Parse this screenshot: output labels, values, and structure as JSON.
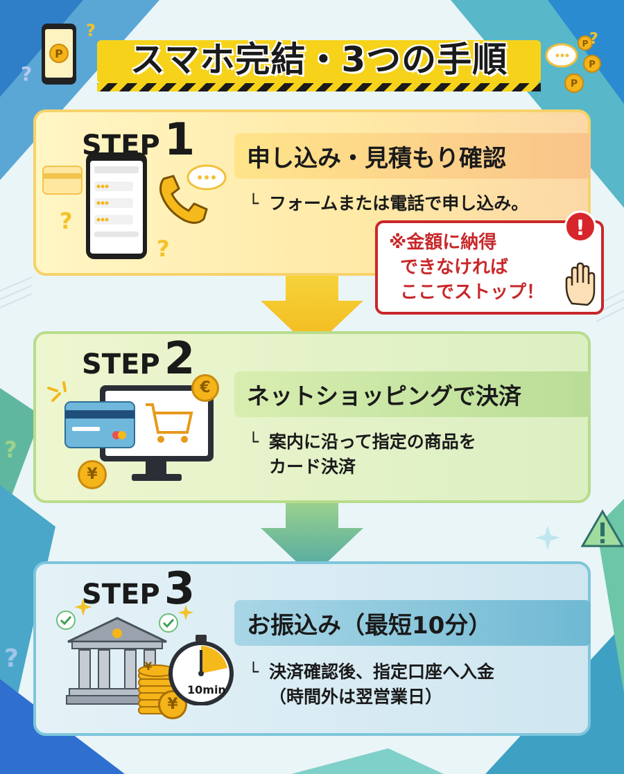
{
  "title": "スマホ完結・3つの手順",
  "steps": [
    {
      "label": "STEP",
      "number": "1",
      "title": "申し込み・見積もり確認",
      "desc_line1": "フォームまたは電話で申し込み。",
      "desc_line2": ""
    },
    {
      "label": "STEP",
      "number": "2",
      "title": "ネットショッピングで決済",
      "desc_line1": "案内に沿って指定の商品を",
      "desc_line2": "カード決済"
    },
    {
      "label": "STEP",
      "number": "3",
      "title": "お振込み（最短10分）",
      "desc_line1": "決済確認後、指定口座へ入金",
      "desc_line2": "（時間外は翌営業日）"
    }
  ],
  "desc_hook": "└",
  "warning": {
    "line1": "※金額に納得",
    "line2": "できなければ",
    "line3": "ここでストップ！",
    "alert_mark": "!"
  },
  "icons": {
    "timer_label": "10min",
    "euro": "€",
    "yen": "¥",
    "coin": "P",
    "question": "?"
  },
  "colors": {
    "title_yellow": "#f6d31a",
    "warning_red": "#c8282a",
    "step1_accent": "#f7d26a",
    "step2_accent": "#b8dc8c",
    "step3_accent": "#7ec6dc"
  }
}
